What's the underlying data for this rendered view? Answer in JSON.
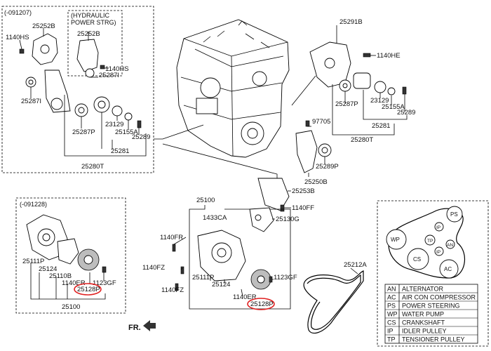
{
  "boxes": {
    "upper_left_tag": "(-091207)",
    "hydraulic_line1": "(HYDRAULIC",
    "hydraulic_line2": "POWER STRG)",
    "lower_left_tag": "(-091228)"
  },
  "labels": {
    "ul_1140HS": "1140HS",
    "ul_25252B": "25252B",
    "ul_25287I": "25287I",
    "ul_25287P": "25287P",
    "ul_23129": "23129",
    "ul_25155A": "25155A",
    "ul_25289": "25289",
    "ul_25281": "25281",
    "ul_25280T": "25280T",
    "hy_25252B": "25252B",
    "hy_1140HS": "1140HS",
    "hy_25287I": "25287I",
    "ur_25291B": "25291B",
    "ur_1140HE": "1140HE",
    "ur_25287P": "25287P",
    "ur_23129": "23129",
    "ur_25155A": "25155A",
    "ur_25289": "25289",
    "ur_25281": "25281",
    "ur_25280T": "25280T",
    "m_97705": "97705",
    "m_25289P": "25289P",
    "m_25250B": "25250B",
    "m_25253B": "25253B",
    "m_1140FF": "1140FF",
    "m_25130G": "25130G",
    "m_25100": "25100",
    "m_1433CA": "1433CA",
    "m_1140FR": "1140FR",
    "m_1140FZa": "1140FZ",
    "m_1140FZb": "1140FZ",
    "m_25111P": "25111P",
    "m_25124": "25124",
    "m_1140ER": "1140ER",
    "m_1123GF": "1123GF",
    "m_25128P": "25128P",
    "ll_25111P": "25111P",
    "ll_25124": "25124",
    "ll_25110B": "25110B",
    "ll_1140ER": "1140ER",
    "ll_1123GF": "1123GF",
    "ll_25128P": "25128P",
    "ll_25100": "25100",
    "belt_25212A": "25212A",
    "fr": "FR."
  },
  "pulley_labels": {
    "ps": "PS",
    "ip_top": "IP",
    "wp": "WP",
    "tp": "TP",
    "ip_mid": "IP",
    "an": "AN",
    "cs": "CS",
    "ac": "AC"
  },
  "legend": [
    {
      "code": "AN",
      "name": "ALTERNATOR"
    },
    {
      "code": "AC",
      "name": "AIR CON COMPRESSOR"
    },
    {
      "code": "PS",
      "name": "POWER STEERING"
    },
    {
      "code": "WP",
      "name": "WATER PUMP"
    },
    {
      "code": "CS",
      "name": "CRANKSHAFT"
    },
    {
      "code": "IP",
      "name": "IDLER PULLEY"
    },
    {
      "code": "TP",
      "name": "TENSIONER PULLEY"
    }
  ],
  "highlight_color": "#e02020"
}
